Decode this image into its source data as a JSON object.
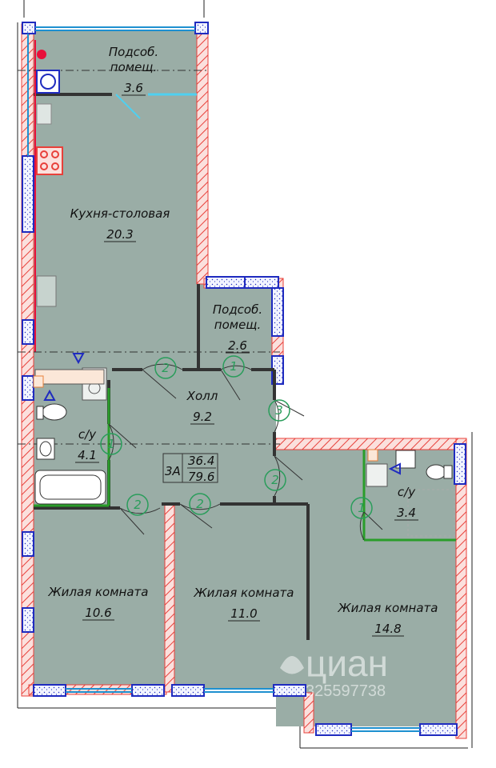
{
  "rooms": [
    {
      "id": "utility1",
      "name": "Подсоб.\nпомещ.",
      "area": "3.6"
    },
    {
      "id": "kitchen",
      "name": "Кухня-столовая",
      "area": "20.3"
    },
    {
      "id": "utility2",
      "name": "Подсоб.\nпомещ.",
      "area": "2.6"
    },
    {
      "id": "hall",
      "name": "Холл",
      "area": "9.2"
    },
    {
      "id": "bath1",
      "name": "с/у",
      "area": "4.1"
    },
    {
      "id": "bath2",
      "name": "с/у",
      "area": "3.4"
    },
    {
      "id": "living1",
      "name": "Жилая комната",
      "area": "10.6"
    },
    {
      "id": "living2",
      "name": "Жилая комната",
      "area": "11.0"
    },
    {
      "id": "living3",
      "name": "Жилая комната",
      "area": "14.8"
    }
  ],
  "apartment": {
    "type": "3А",
    "living_area": "36.4",
    "total_area": "79.6"
  },
  "door_markers": [
    "2",
    "1",
    "3",
    "1",
    "2",
    "2",
    "2",
    "1"
  ],
  "watermark": {
    "brand": "циан",
    "id": "325597738"
  },
  "colors": {
    "floor": "#9aada6",
    "wall_red": "#e8403a",
    "wall_blue": "#1f2bbf",
    "partition_green": "#2a9d2a",
    "marker_green": "#2a9d5b"
  }
}
